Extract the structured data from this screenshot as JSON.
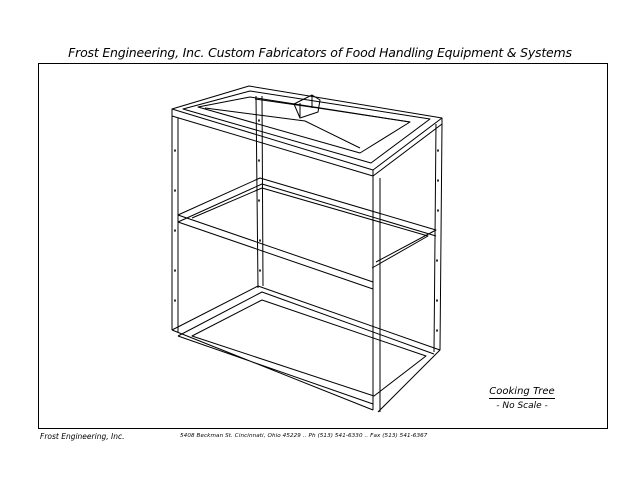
{
  "header": {
    "title": "Frost Engineering, Inc.  Custom Fabricators of Food Handling Equipment & Systems"
  },
  "drawing": {
    "caption_title": "Cooking Tree",
    "caption_scale": "- No Scale -"
  },
  "footer": {
    "company": "Frost Engineering, Inc.",
    "address": "5408 Beckman St. Cincinnati, Ohio 45229 .. Ph (513) 541-6330 .. Fax (513) 541-6367"
  }
}
